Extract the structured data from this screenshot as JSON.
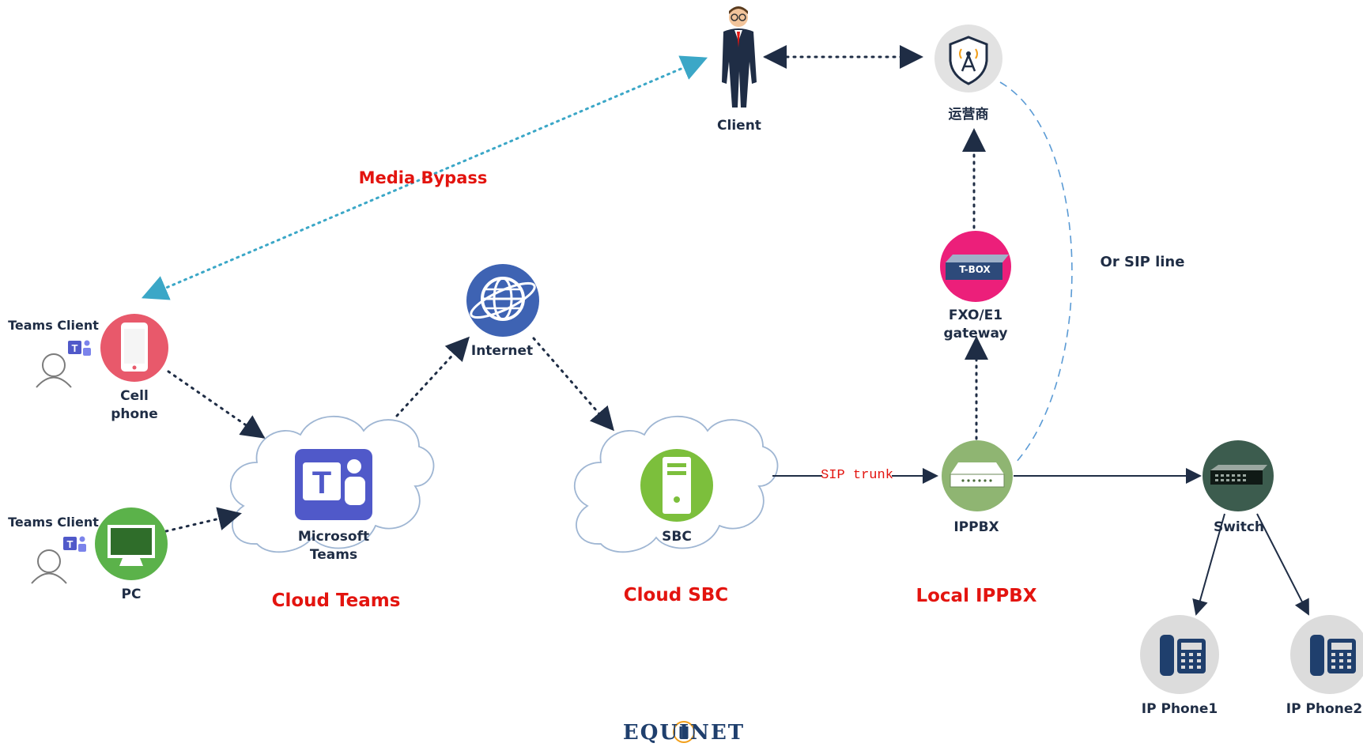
{
  "labels": {
    "client": "Client",
    "carrier": "运营商",
    "media_bypass": "Media Bypass",
    "or_sip_line": "Or SIP line",
    "teams_client_top": "Teams Client",
    "teams_client_bottom": "Teams Client",
    "cell_phone_1": "Cell",
    "cell_phone_2": "phone",
    "pc": "PC",
    "internet": "Internet",
    "ms_teams_1": "Microsoft",
    "ms_teams_2": "Teams",
    "sbc": "SBC",
    "sip_trunk": "SIP trunk",
    "ippbx": "IPPBX",
    "switch": "Switch",
    "fxo_1": "FXO/E1",
    "fxo_2": "gateway",
    "tbox": "T-BOX",
    "ip_phone1": "IP Phone1",
    "ip_phone2": "IP Phone2",
    "cloud_teams": "Cloud Teams",
    "cloud_sbc": "Cloud SBC",
    "local_ippbx": "Local IPPBX",
    "logo": "EQUINET"
  },
  "colors": {
    "navy": "#1f2d45",
    "red": "#e3140f",
    "teal": "#3ba7c7",
    "pink": "#ec1f7a",
    "phone_red": "#e8596b",
    "pc_green": "#5bb24a",
    "sbc_green": "#7cbf3c",
    "ippbx_green": "#8fb572",
    "switch_dark": "#3c5c4e",
    "globe_blue": "#3e63b3",
    "teams_purple": "#5059c9",
    "grey_circle": "#d9d9d9"
  }
}
